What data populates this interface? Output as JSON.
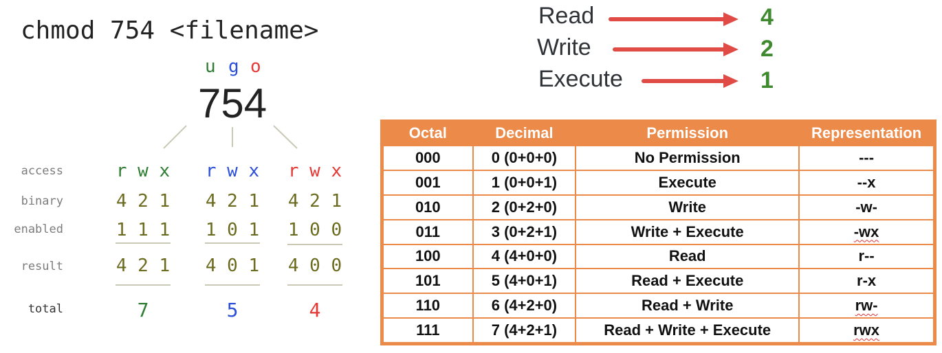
{
  "command": "chmod 754 <filename>",
  "ugo": {
    "u": "u",
    "g": "g",
    "o": "o"
  },
  "octal": "754",
  "row_labels": {
    "access": "access",
    "binary": "binary",
    "enabled": "enabled",
    "result": "result",
    "total": "total"
  },
  "groups": [
    {
      "access": "r w x",
      "binary": "4 2 1",
      "enabled": "1 1 1",
      "result": "4 2 1",
      "total": "7"
    },
    {
      "access": "r w x",
      "binary": "4 2 1",
      "enabled": "1 0 1",
      "result": "4 0 1",
      "total": "5"
    },
    {
      "access": "r w x",
      "binary": "4 2 1",
      "enabled": "1 0 0",
      "result": "4 0 0",
      "total": "4"
    }
  ],
  "legend": [
    {
      "label": "Read",
      "value": "4"
    },
    {
      "label": "Write",
      "value": "2"
    },
    {
      "label": "Execute",
      "value": "1"
    }
  ],
  "table": {
    "headers": [
      "Octal",
      "Decimal",
      "Permission",
      "Representation"
    ],
    "rows": [
      [
        "000",
        "0 (0+0+0)",
        "No Permission",
        "---"
      ],
      [
        "001",
        "1 (0+0+1)",
        "Execute",
        "--x"
      ],
      [
        "010",
        "2 (0+2+0)",
        "Write",
        "-w-"
      ],
      [
        "011",
        "3 (0+2+1)",
        "Write + Execute",
        "-wx"
      ],
      [
        "100",
        "4 (4+0+0)",
        "Read",
        "r--"
      ],
      [
        "101",
        "5 (4+0+1)",
        "Read + Execute",
        "r-x"
      ],
      [
        "110",
        "6 (4+2+0)",
        "Read + Write",
        "rw-"
      ],
      [
        "111",
        "7 (4+2+1)",
        "Read + Write + Execute",
        "rwx"
      ]
    ]
  },
  "colors": {
    "user": "#2e7d32",
    "group": "#2b4fd9",
    "other": "#e53935",
    "digits": "#6b6b1f",
    "table_accent": "#ec8a49",
    "arrow": "#e04b45",
    "legend_value": "#3f8a2e"
  }
}
